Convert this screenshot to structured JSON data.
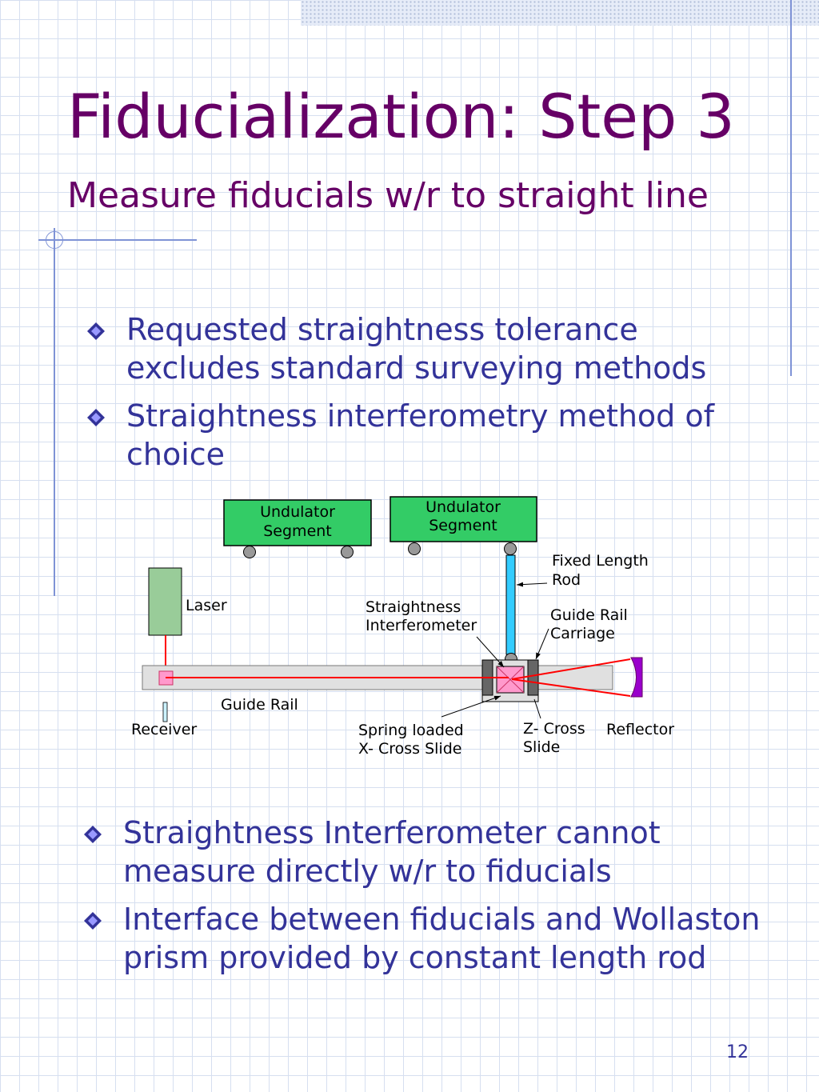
{
  "slide": {
    "title": "Fiducialization: Step 3",
    "subtitle": "Measure fiducials w/r to straight line",
    "page_number": "12",
    "colors": {
      "title": "#660066",
      "body": "#333399",
      "bullet": "#333399",
      "grid": "#d6dff0"
    },
    "bullets_top": [
      {
        "text": "Requested straightness tolerance excludes standard surveying methods"
      },
      {
        "text": "Straightness interferometry method of choice"
      }
    ],
    "bullets_bottom": [
      {
        "text": "Straightness Interferometer cannot measure directly w/r to fiducials"
      },
      {
        "text": "Interface between fiducials and Wollaston prism provided by constant length rod"
      }
    ]
  },
  "diagram": {
    "segment_1": [
      "Undulator",
      "Segment"
    ],
    "segment_2": [
      "Undulator",
      "Segment"
    ],
    "fixed_length_rod": [
      "Fixed Length",
      "Rod"
    ],
    "laser": "Laser",
    "straightness_interferometer": [
      "Straightness",
      "Interferometer"
    ],
    "guide_rail_carriage": [
      "Guide Rail",
      "Carriage"
    ],
    "guide_rail": "Guide Rail",
    "receiver": "Receiver",
    "x_cross_slide": [
      "Spring loaded",
      "X- Cross Slide"
    ],
    "z_cross_slide": [
      "Z- Cross",
      "Slide"
    ],
    "reflector": "Reflector",
    "colors": {
      "segment": "#33cc66",
      "laser": "#99cc99",
      "beam": "#ff0000",
      "rod": "#33ccff",
      "prism": "#ff99cc",
      "reflector": "#9900cc",
      "rail": "#e0e0e0"
    }
  }
}
